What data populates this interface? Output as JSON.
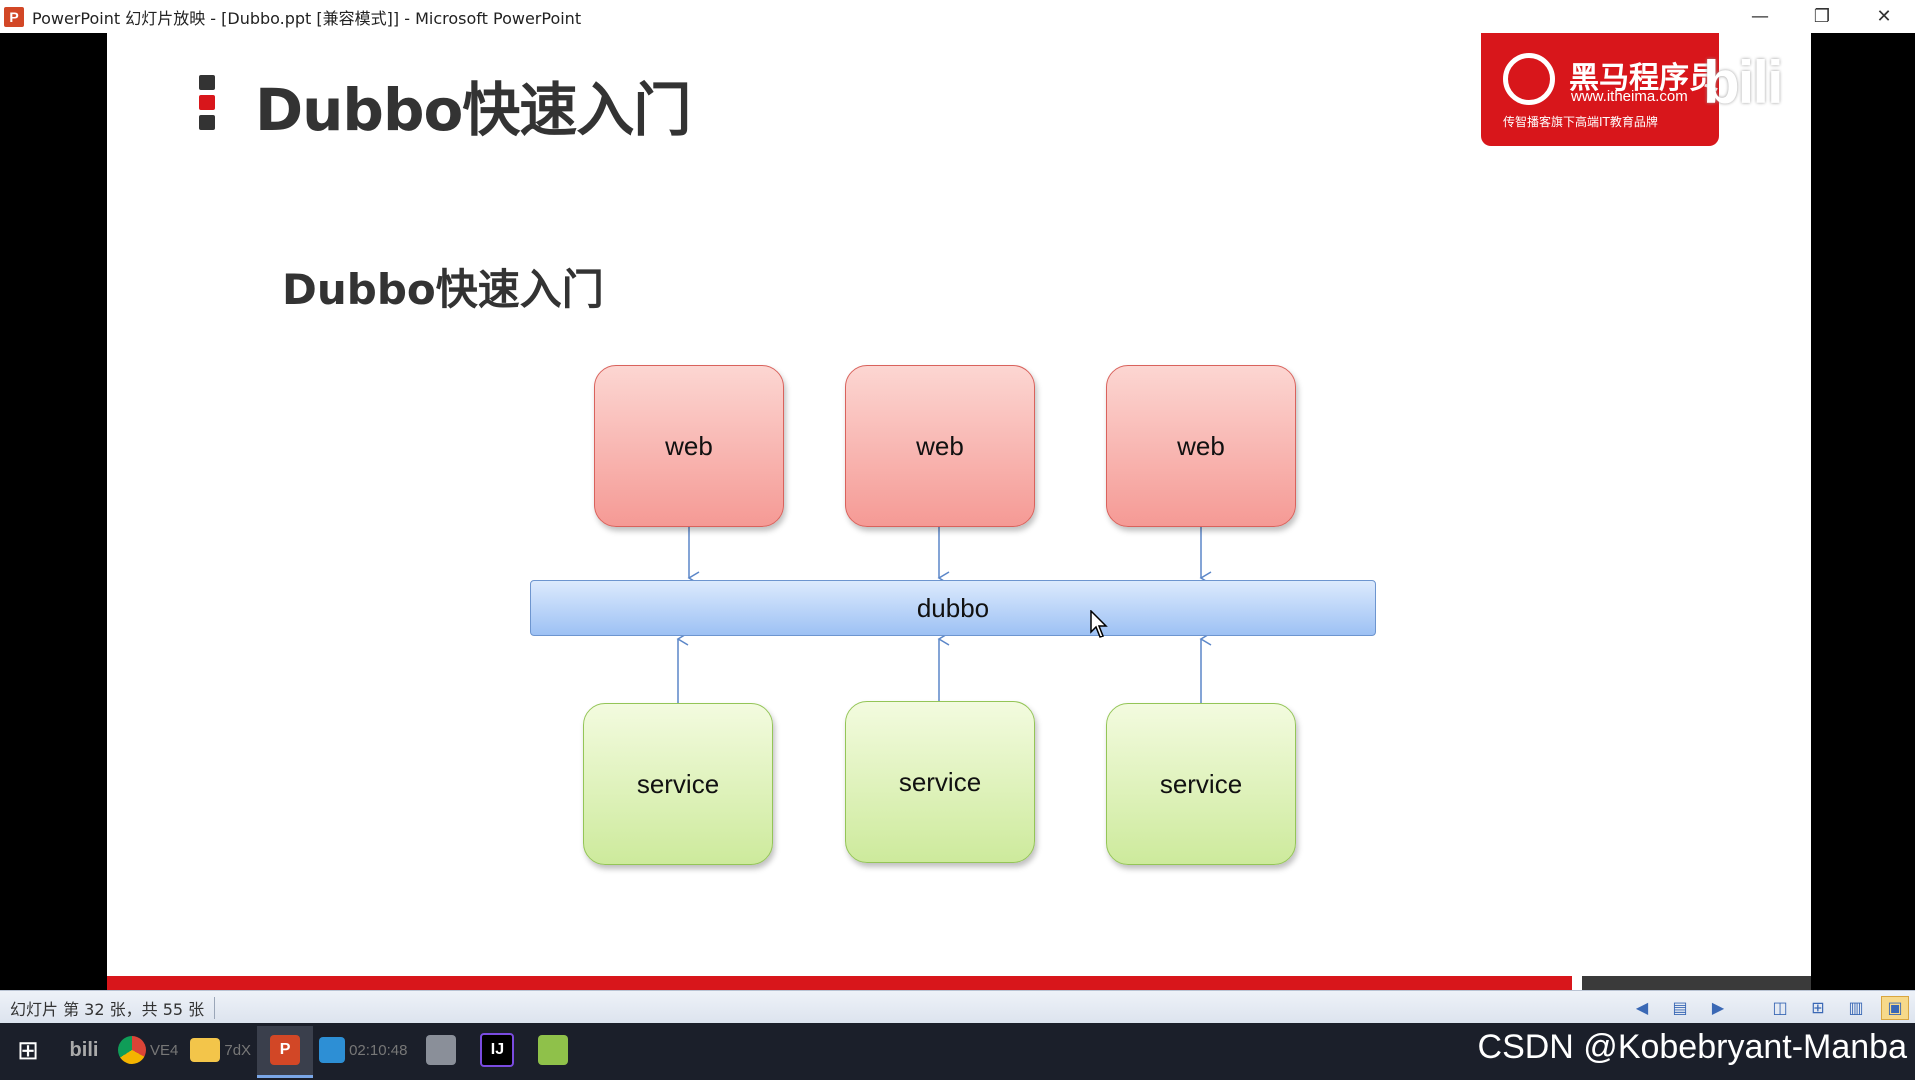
{
  "window": {
    "title": "PowerPoint 幻灯片放映 - [Dubbo.ppt [兼容模式]] - Microsoft PowerPoint",
    "app_icon_letter": "P",
    "controls": {
      "minimize": "—",
      "restore": "❐",
      "close": "✕"
    }
  },
  "slide": {
    "title": "Dubbo快速入门",
    "subheading": "Dubbo快速入门",
    "marker_colors": [
      "#333333",
      "#d8161b",
      "#333333"
    ],
    "logo": {
      "name": "黑马程序员",
      "url": "www.itheima.com",
      "tagline": "传智播客旗下高端IT教育品牌"
    },
    "watermark": "bili",
    "diagram": {
      "web_nodes": [
        "web",
        "web",
        "web"
      ],
      "bus": "dubbo",
      "service_nodes": [
        "service",
        "service",
        "service"
      ],
      "colors": {
        "web": "#f59a95",
        "bus": "#9dc1f4",
        "service": "#cdea9c"
      }
    }
  },
  "progress": {
    "current": 32,
    "total": 55,
    "fraction": 0.86
  },
  "statusbar": {
    "slide_counter": "幻灯片 第 32 张，共 55 张",
    "icons": [
      "prev-slide-icon",
      "notes-icon",
      "next-slide-icon",
      "normal-view-icon",
      "sorter-view-icon",
      "reading-view-icon",
      "slideshow-icon"
    ]
  },
  "taskbar": {
    "items": [
      {
        "name": "start",
        "label": "⊞"
      },
      {
        "name": "bilibili",
        "label": "bili"
      },
      {
        "name": "chrome",
        "label": "VE4"
      },
      {
        "name": "explorer",
        "label": "7dX"
      },
      {
        "name": "powerpoint",
        "label": "P"
      },
      {
        "name": "player",
        "label": "02:10:48"
      },
      {
        "name": "app6",
        "label": ""
      },
      {
        "name": "idea",
        "label": "IJ"
      },
      {
        "name": "notepad",
        "label": ""
      }
    ]
  },
  "csdn_watermark": "CSDN @Kobebryant-Manba"
}
